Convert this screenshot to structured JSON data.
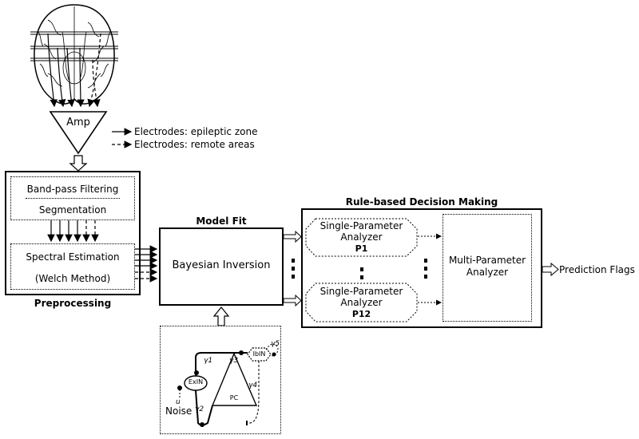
{
  "amp_label": "Amp",
  "legend": {
    "solid": "Electrodes: epileptic zone",
    "dashed": "Electrodes: remote areas"
  },
  "preprocessing": {
    "title": "Preprocessing",
    "band_pass": "Band-pass Filtering",
    "segmentation": "Segmentation",
    "spectral_estimation": "Spectral Estimation",
    "welch": "(Welch Method)"
  },
  "model_fit": {
    "title": "Model Fit",
    "bayesian": "Bayesian Inversion"
  },
  "decision": {
    "title": "Rule-based Decision Making",
    "analyzer1_line1": "Single-Parameter",
    "analyzer1_line2": "Analyzer",
    "analyzer1_param": "P1",
    "analyzer2_line1": "Single-Parameter",
    "analyzer2_line2": "Analyzer",
    "analyzer2_param": "P12",
    "multi_line1": "Multi-Parameter",
    "multi_line2": "Analyzer"
  },
  "output": "Prediction Flags",
  "circuit": {
    "exin": "ExIN",
    "ibin": "IbIN",
    "pc": "PC",
    "noise": "Noise",
    "u": "u",
    "g1": "γ1",
    "g2": "γ2",
    "g3": "γ3",
    "g4": "γ4",
    "g5": "γ5"
  }
}
